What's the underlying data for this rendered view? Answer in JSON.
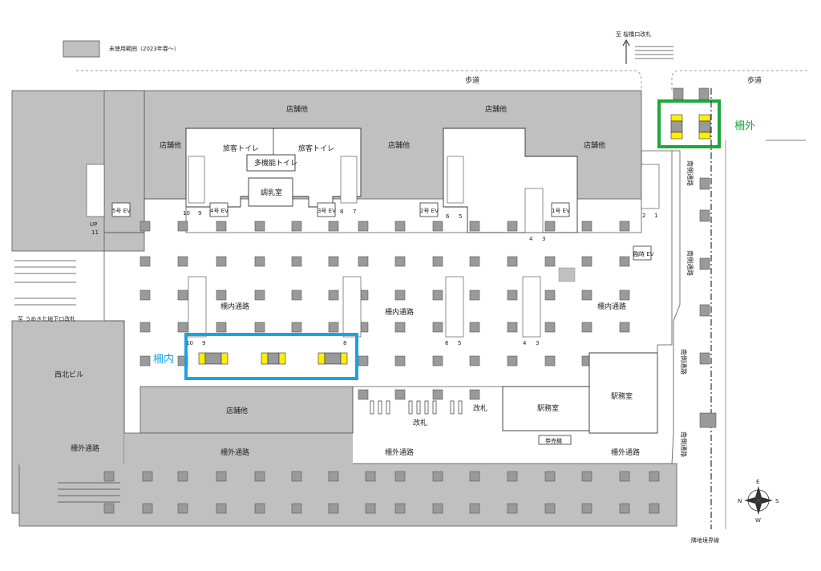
{
  "legend": {
    "label": "未使用範囲（2023年春～）",
    "swatch_color": "#c0c0c0"
  },
  "directions": {
    "to_sakurabashi": "至 桜橋口改札",
    "to_umekita": "至 うめきた地下口改札"
  },
  "labels": {
    "sidewalk_top": "歩道",
    "sidewalk_right": "歩道",
    "shops_1": "店舗他",
    "shops_2": "店舗他",
    "shops_3": "店舗他",
    "shops_4": "店舗他",
    "shops_5": "店舗他",
    "shops_6": "店舗他",
    "toilet_1": "旅客トイレ",
    "toilet_2": "旅客トイレ",
    "multi_toilet": "多機能トイレ",
    "nursing_room": "調乳室",
    "inner_passage_1": "柵内通路",
    "inner_passage_2": "柵内通路",
    "inner_passage_3": "柵内通路",
    "seihoku_bldg": "西北ビル",
    "outer_passage_1": "柵外通路",
    "outer_passage_2": "柵外通路",
    "outer_passage_3": "柵外通路",
    "outer_passage_4": "柵外通路",
    "gate_1": "改札",
    "gate_2": "改札",
    "office_1": "駅務室",
    "office_2": "駅務室",
    "ticket_machine": "券売機",
    "south_passage_1": "南側通路",
    "south_passage_2": "南側通路",
    "south_passage_3": "南側通路",
    "south_passage_4": "南側通路",
    "boundary": "隣地境界線",
    "inside_gate": "柵内",
    "outside_gate": "柵外"
  },
  "stair_numbers": [
    "10",
    "9",
    "8",
    "7",
    "6",
    "5",
    "4",
    "3",
    "2",
    "1",
    "11",
    "UP"
  ],
  "ev_labels": [
    "5号 EV",
    "4号 EV",
    "3号 EV",
    "2号 EV",
    "1号 EV",
    "臨時 EV"
  ],
  "compass": {
    "n": "N",
    "e": "E",
    "s": "S",
    "w": "W"
  },
  "colors": {
    "unused_gray": "#c0c0c0",
    "inside_highlight": "#1aa3e0",
    "outside_highlight": "#1fa63c",
    "yellow_marker": "#ffef00",
    "pillar": "#9a9a9a"
  }
}
